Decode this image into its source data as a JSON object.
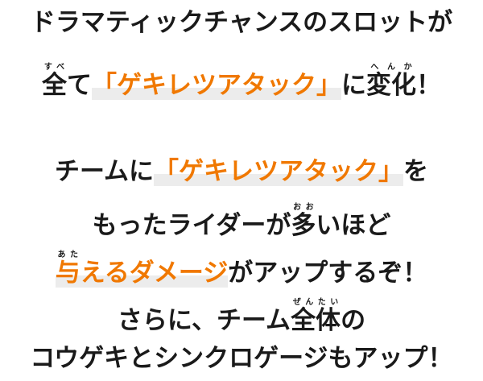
{
  "accent_color": "#f07800",
  "text_color": "#1a1a1a",
  "block1": {
    "line1": "ドラマティックチャンスのスロットが",
    "line2": {
      "kanji_subete": "全",
      "ruby_subete": "すべ",
      "text_te": "て",
      "highlight": "「ゲキレツアタック」",
      "text_ni": "に",
      "kanji_henka": "変化",
      "ruby_henka": "へんか",
      "end": "！"
    }
  },
  "block2": {
    "line1": {
      "text_start": "チームに",
      "highlight": "「ゲキレツアタック」",
      "text_end": "を"
    },
    "line2": {
      "text_start": "もったライダーが",
      "kanji_ooi": "多",
      "ruby_ooi": "おお",
      "text_end": "いほど"
    },
    "line3": {
      "kanji_ataeru": "与",
      "ruby_ataeru": "あた",
      "highlight_rest": "えるダメージ",
      "text_end": "がアップするぞ！"
    },
    "line4": {
      "text_start": "さらに、チーム",
      "kanji_zentai": "全体",
      "ruby_zentai": "ぜんたい",
      "text_end": "の"
    },
    "line5": "コウゲキとシンクロゲージもアップ！"
  }
}
